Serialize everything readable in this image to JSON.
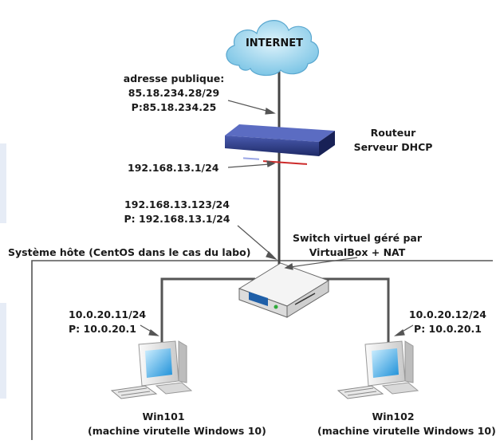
{
  "internet": {
    "label": "INTERNET"
  },
  "wan": {
    "title": "adresse publique:",
    "address": "85.18.234.28/29",
    "gateway": "P:85.18.234.25"
  },
  "router": {
    "line1": "Routeur",
    "line2": "Serveur DHCP"
  },
  "lan": {
    "router_ip": "192.168.13.1/24"
  },
  "host_nic": {
    "address": "192.168.13.123/24",
    "gateway": "P: 192.168.13.1/24"
  },
  "host": {
    "label": "Système hôte (CentOS dans le cas du labo)"
  },
  "vswitch": {
    "line1": "Switch virtuel géré par",
    "line2": "VirtualBox + NAT"
  },
  "vm1": {
    "address": "10.0.20.11/24",
    "gateway": "P: 10.0.20.1",
    "name": "Win101",
    "desc": "(machine virutelle Windows 10)"
  },
  "vm2": {
    "address": "10.0.20.12/24",
    "gateway": "P: 10.0.20.1",
    "name": "Win102",
    "desc": "(machine virutelle Windows 10)"
  },
  "colors": {
    "line": "#444444",
    "cloud": "#9fd7f0",
    "router": "#2e3f86",
    "pc": "#e9e9e9"
  }
}
